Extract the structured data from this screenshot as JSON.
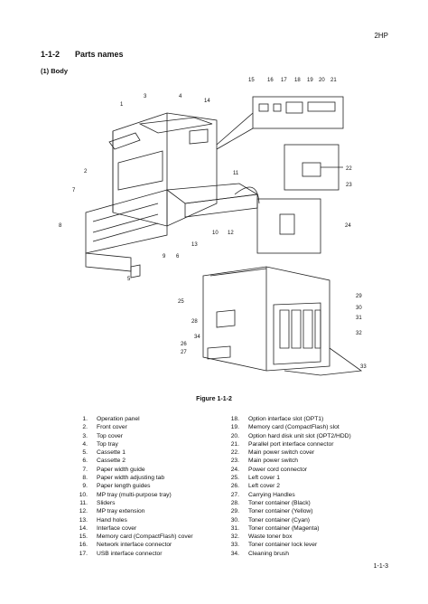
{
  "header": {
    "page_id": "2HP"
  },
  "section": {
    "number": "1-1-2",
    "title": "Parts names"
  },
  "subsection": {
    "title": "(1) Body"
  },
  "figure": {
    "caption": "Figure 1-1-2",
    "callouts": [
      "1",
      "2",
      "3",
      "4",
      "5",
      "6",
      "7",
      "8",
      "9",
      "10",
      "11",
      "12",
      "13",
      "14",
      "15",
      "16",
      "17",
      "18",
      "19",
      "20",
      "21",
      "22",
      "23",
      "24",
      "25",
      "26",
      "27",
      "28",
      "29",
      "30",
      "31",
      "32",
      "33",
      "34"
    ]
  },
  "parts_left": [
    {
      "num": "1.",
      "name": "Operation panel"
    },
    {
      "num": "2.",
      "name": "Front cover"
    },
    {
      "num": "3.",
      "name": "Top cover"
    },
    {
      "num": "4.",
      "name": "Top tray"
    },
    {
      "num": "5.",
      "name": "Cassette 1"
    },
    {
      "num": "6.",
      "name": "Cassette 2"
    },
    {
      "num": "7.",
      "name": "Paper width guide"
    },
    {
      "num": "8.",
      "name": "Paper width adjusting tab"
    },
    {
      "num": "9.",
      "name": "Paper length guides"
    },
    {
      "num": "10.",
      "name": "MP tray (multi-purpose tray)"
    },
    {
      "num": "11.",
      "name": "Sliders"
    },
    {
      "num": "12.",
      "name": "MP tray extension"
    },
    {
      "num": "13.",
      "name": "Hand holes"
    },
    {
      "num": "14.",
      "name": "Interface cover"
    },
    {
      "num": "15.",
      "name": "Memory card (CompactFlash) cover"
    },
    {
      "num": "16.",
      "name": "Network interface connector"
    },
    {
      "num": "17.",
      "name": "USB interface connector"
    }
  ],
  "parts_right": [
    {
      "num": "18.",
      "name": "Option interface slot (OPT1)"
    },
    {
      "num": "19.",
      "name": "Memory card (CompactFlash) slot"
    },
    {
      "num": "20.",
      "name": "Option hard disk unit slot (OPT2/HDD)"
    },
    {
      "num": "21.",
      "name": "Parallel port interface connector"
    },
    {
      "num": "22.",
      "name": "Main power switch cover"
    },
    {
      "num": "23.",
      "name": "Main power switch"
    },
    {
      "num": "24.",
      "name": "Power cord connector"
    },
    {
      "num": "25.",
      "name": "Left cover 1"
    },
    {
      "num": "26.",
      "name": "Left cover 2"
    },
    {
      "num": "27.",
      "name": "Carrying Handles"
    },
    {
      "num": "28.",
      "name": "Toner container (Black)"
    },
    {
      "num": "29.",
      "name": "Toner container (Yellow)"
    },
    {
      "num": "30.",
      "name": "Toner container (Cyan)"
    },
    {
      "num": "31.",
      "name": "Toner container (Magenta)"
    },
    {
      "num": "32.",
      "name": "Waste toner box"
    },
    {
      "num": "33.",
      "name": "Toner container lock lever"
    },
    {
      "num": "34.",
      "name": "Cleaning brush"
    }
  ],
  "footer": {
    "page_number": "1-1-3"
  }
}
